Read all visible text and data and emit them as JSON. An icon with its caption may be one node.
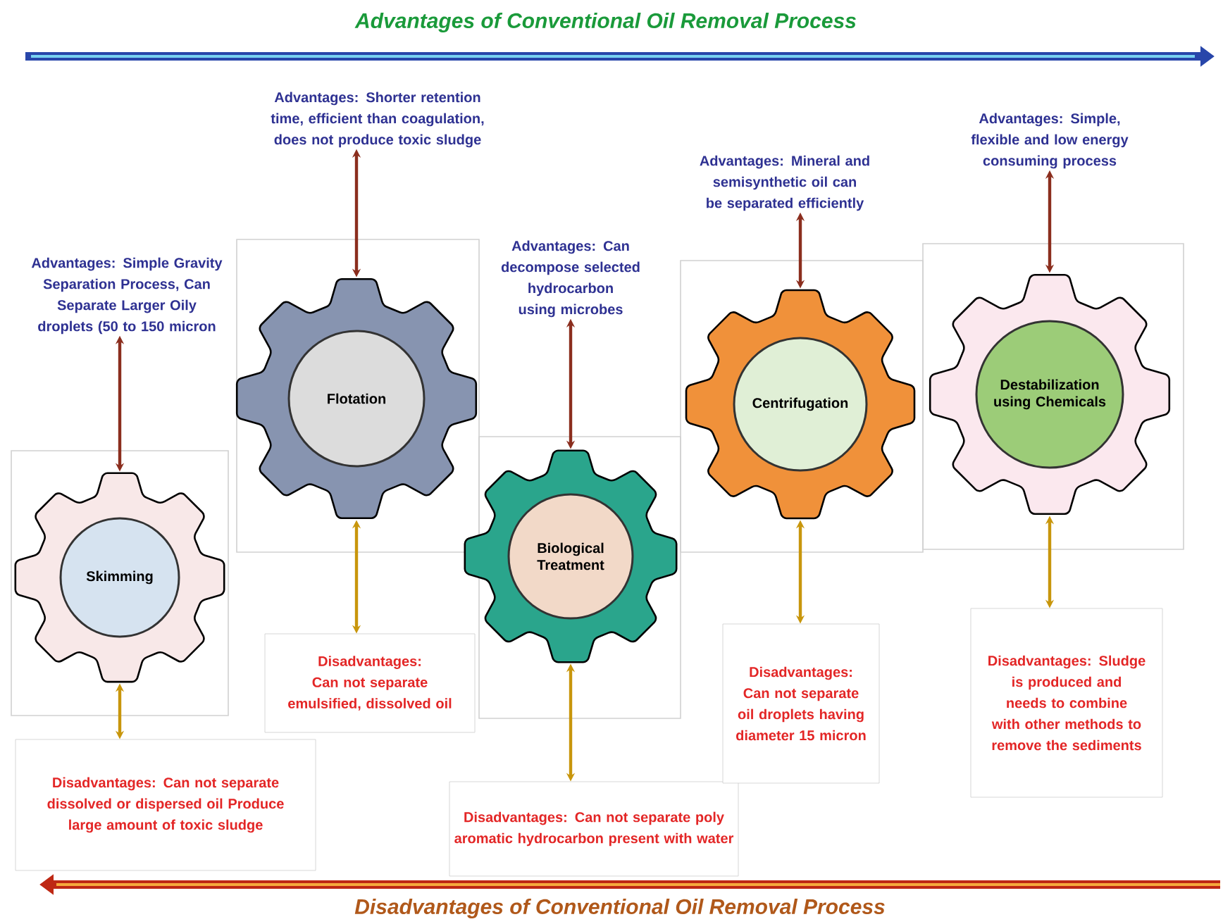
{
  "diagram": {
    "title": "Advantages of Conventional Oil Removal Process",
    "nodes": [
      {
        "text": [
          "Skimming"
        ]
      },
      {
        "text": [
          "Advantages: Simple Gravity Separation Process, Can Separate Larger Oily droplets (50 to 150 micron"
        ]
      },
      {
        "text": [
          "Disadvantages: Can not separate dissolved or dispersed oil Produce large amount of toxic sludge"
        ]
      },
      {
        "text": [
          "Flotation"
        ]
      },
      {
        "text": [
          "Advantages: Shorter retention time, efficient than coagulation, does not produce toxic sludge"
        ]
      },
      {
        "text": [
          "Disadvantages: Can not separate emulsified, dissolved oil"
        ]
      },
      {
        "text": [
          "Biological Treatment"
        ]
      },
      {
        "text": [
          "Advantages: Can decompose selected hydrocarbon using microbes"
        ]
      },
      {
        "text": [
          "Disadvantages: Can not separate poly aromatic hydrocarbon present with water"
        ]
      },
      {
        "text": [
          "Centrifugation"
        ]
      },
      {
        "text": [
          "Advantages: Mineral and semisynthetic oil can be separated efficiently"
        ]
      },
      {
        "text": [
          "Disadvantages: Can not separate oil droplets having diameter 15 micron"
        ]
      },
      {
        "text": [
          "Destabilization using Chemicals"
        ]
      },
      {
        "text": [
          "Advantages: Simple, flexible and low energy consuming process"
        ]
      },
      {
        "text": [
          "Disadvantages: Sludge is produced and needs to combine with other methods to remove the sediments"
        ]
      }
    ],
    "edges": [
      {
        "from": 1,
        "to": 0,
        "arrow": "both",
        "color": "#8b2e1e"
      },
      {
        "from": 0,
        "to": 2,
        "arrow": "both",
        "color": "#c8960c"
      },
      {
        "from": 4,
        "to": 3,
        "arrow": "both",
        "color": "#8b2e1e"
      },
      {
        "from": 3,
        "to": 5,
        "arrow": "both",
        "color": "#c8960c"
      },
      {
        "from": 7,
        "to": 6,
        "arrow": "both",
        "color": "#8b2e1e"
      },
      {
        "from": 6,
        "to": 8,
        "arrow": "both",
        "color": "#c8960c"
      },
      {
        "from": 10,
        "to": 9,
        "arrow": "both",
        "color": "#8b2e1e"
      },
      {
        "from": 9,
        "to": 11,
        "arrow": "both",
        "color": "#c8960c"
      },
      {
        "from": 13,
        "to": 12,
        "arrow": "both",
        "color": "#8b2e1e"
      },
      {
        "from": 12,
        "to": 14,
        "arrow": "both",
        "color": "#c8960c"
      }
    ],
    "labels": [
      "Disadvantages of Conventional Oil Removal Process"
    ]
  }
}
